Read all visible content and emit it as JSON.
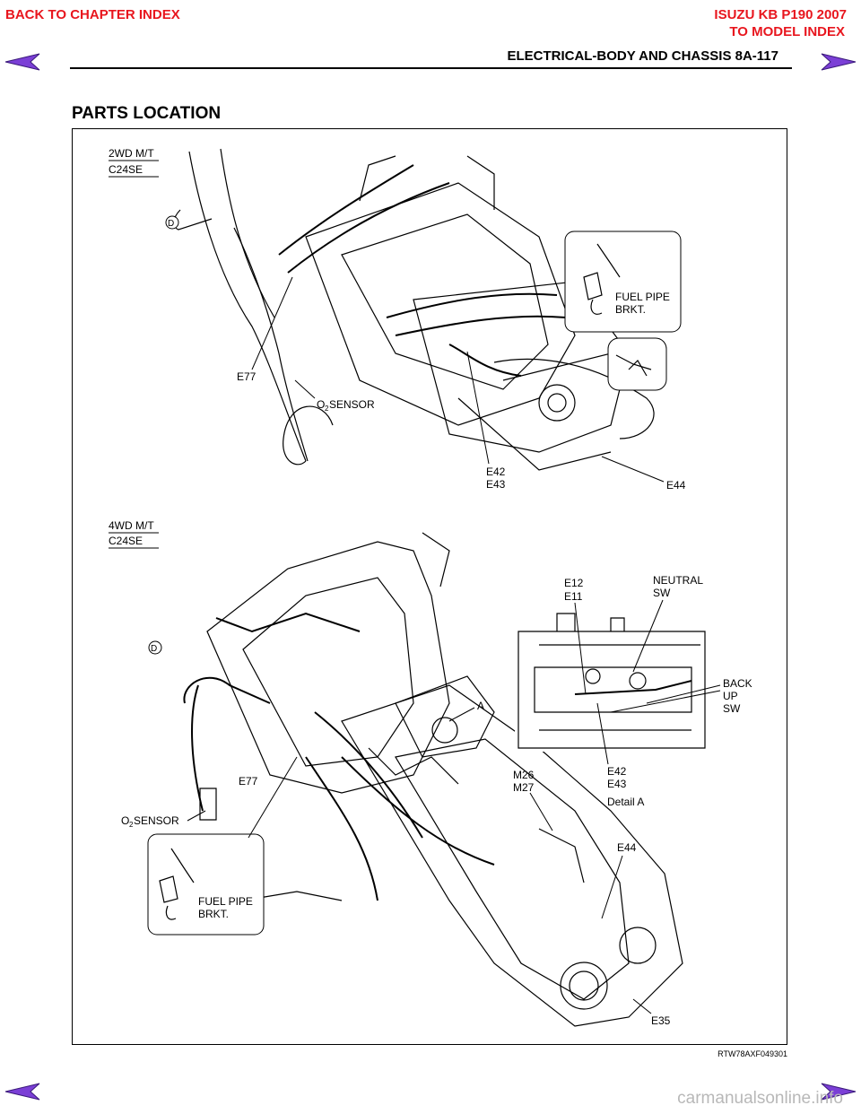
{
  "nav": {
    "back_chapter": "BACK TO CHAPTER INDEX",
    "model_title": "ISUZU KB P190 2007",
    "back_model": "TO MODEL INDEX"
  },
  "header": {
    "section": "ELECTRICAL-BODY AND CHASSIS  8A-117"
  },
  "page_title": "PARTS LOCATION",
  "figure": {
    "top_view": {
      "heading_line1": "2WD M/T",
      "heading_line2": "C24SE",
      "labels": {
        "d": "D",
        "e77": "E77",
        "o2_sensor_o": "O",
        "o2_sensor_sub": "2",
        "o2_sensor_rest": " SENSOR",
        "fuel_pipe_1": "FUEL PIPE",
        "fuel_pipe_2": "BRKT.",
        "e42": "E42",
        "e43": "E43",
        "e44": "E44"
      }
    },
    "bottom_view": {
      "heading_line1": "4WD M/T",
      "heading_line2": "C24SE",
      "labels": {
        "d": "D",
        "e12": "E12",
        "e11": "E11",
        "neutral_1": "NEUTRAL",
        "neutral_2": "SW",
        "back_1": "BACK",
        "back_2": "UP",
        "back_3": "SW",
        "a": "A",
        "e42": "E42",
        "e43": "E43",
        "detail_a": "Detail A",
        "m26": "M26",
        "m27": "M27",
        "e77": "E77",
        "o2_sensor_o": "O",
        "o2_sensor_sub": "2",
        "o2_sensor_rest": " SENSOR",
        "e44": "E44",
        "fuel_pipe_1": "FUEL PIPE",
        "fuel_pipe_2": "BRKT.",
        "e35": "E35"
      }
    },
    "code": "RTW78AXF049301"
  },
  "watermark": "carmanualsonline.info",
  "colors": {
    "nav_red": "#e8161e",
    "arrow_fill": "#7b3fd6",
    "watermark": "#b8b8b8"
  }
}
